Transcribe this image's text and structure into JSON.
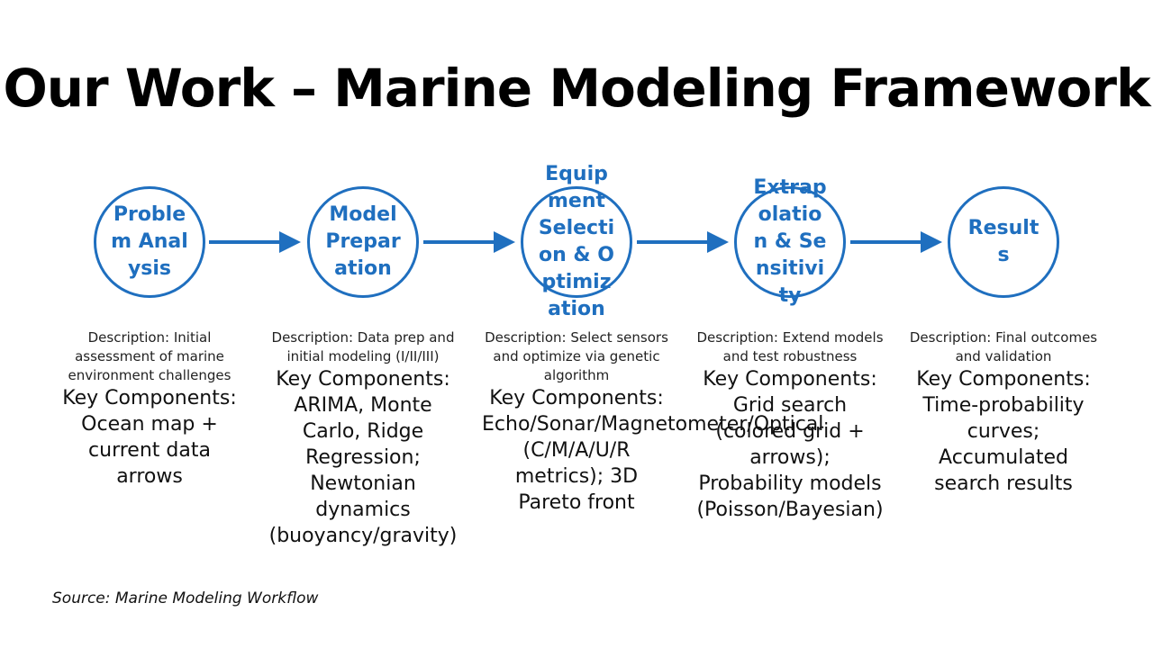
{
  "title": "Our Work – Marine Modeling Framework",
  "accent_color": "#1f6fbf",
  "steps": [
    {
      "label": "Problem Analysis",
      "description": "Description: Initial assessment of marine environment challenges",
      "key_components": "Key Components: Ocean map + current data arrows"
    },
    {
      "label": "Model Preparation",
      "description": "Description: Data prep and initial modeling (I/II/III)",
      "key_components": "Key Components: ARIMA, Monte Carlo, Ridge Regression; Newtonian dynamics (buoyancy/gravity)"
    },
    {
      "label": "Equipment Selection & Optimization",
      "description": "Description: Select sensors and optimize via genetic algorithm",
      "key_components": "Key Components: Echo/Sonar/Magnetometer/Optical (C/M/A/U/R metrics); 3D Pareto front"
    },
    {
      "label": "Extrapolation & Sensitivity",
      "description": "Description: Extend models and test robustness",
      "key_components": "Key Components: Grid search (colored grid + arrows); Probability models (Poisson/Bayesian)"
    },
    {
      "label": "Results",
      "description": "Description: Final outcomes and validation",
      "key_components": "Key Components: Time-probability curves; Accumulated search results"
    }
  ],
  "source": "Source: Marine Modeling Workflow"
}
